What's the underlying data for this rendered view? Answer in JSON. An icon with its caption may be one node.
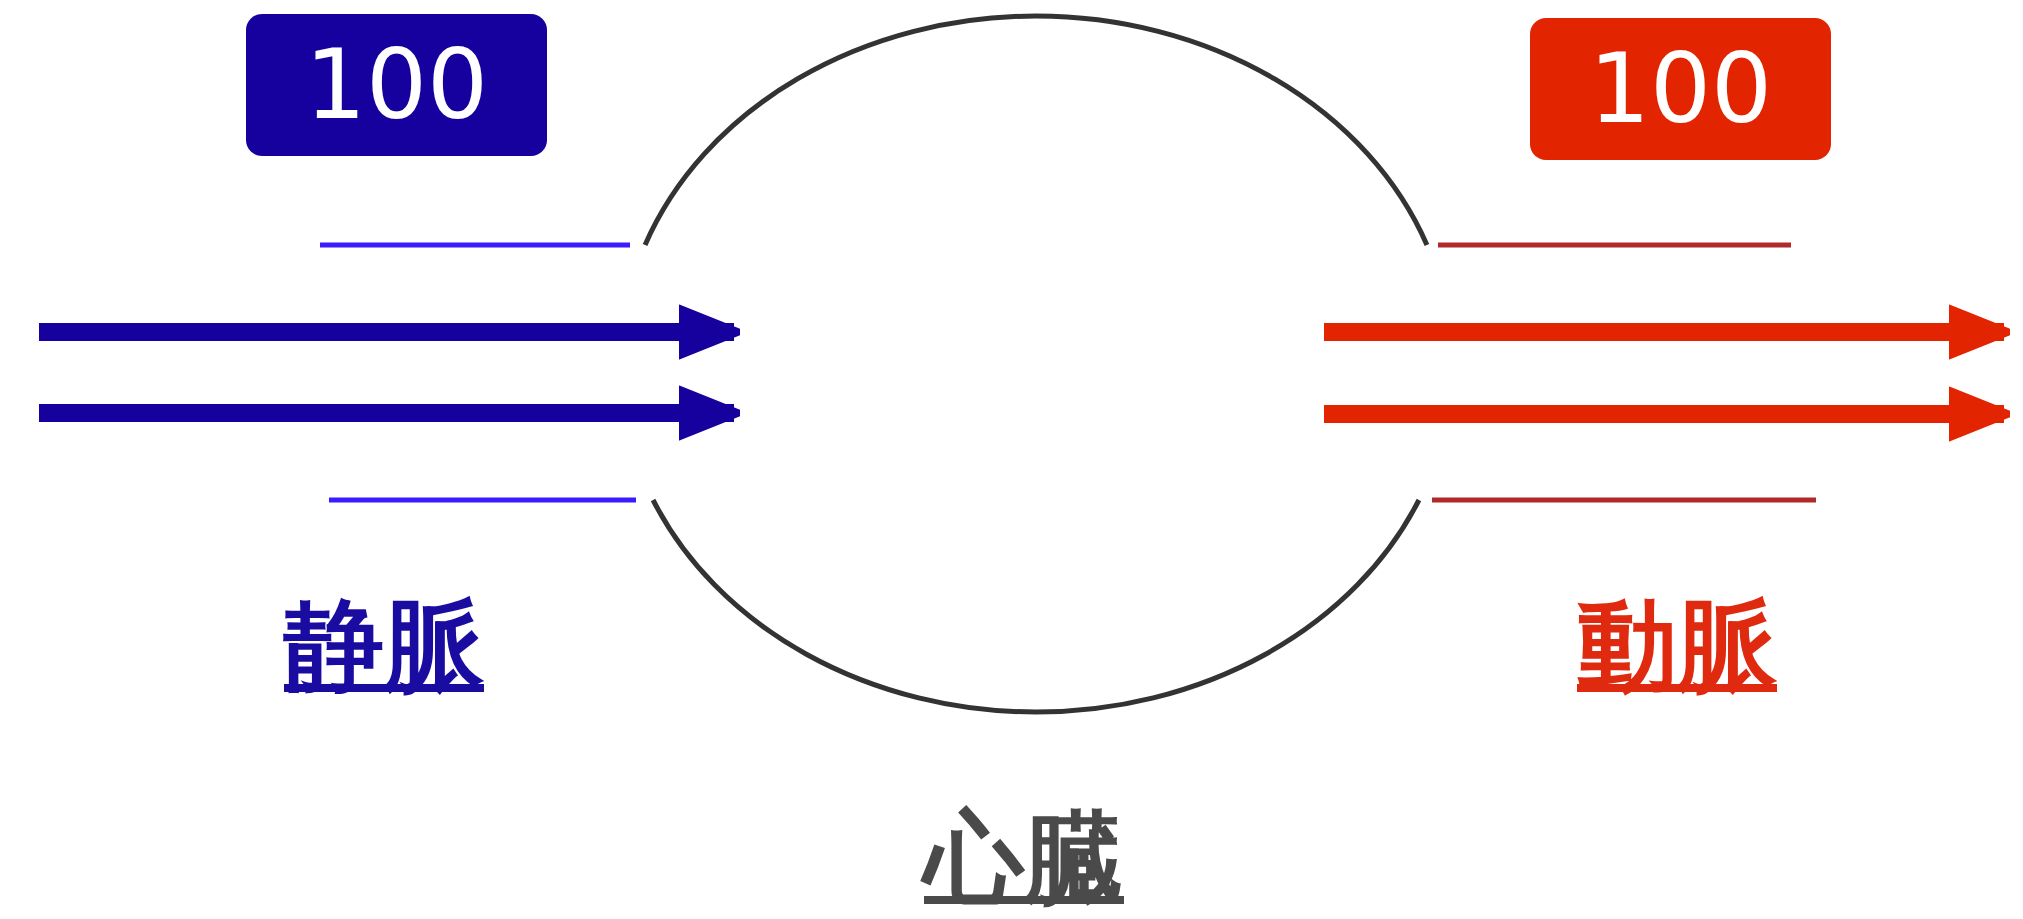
{
  "diagram": {
    "nodes": [
      {
        "text": [
          "100"
        ]
      },
      {
        "text": [
          "100"
        ]
      },
      {
        "text": [
          "静脈"
        ]
      },
      {
        "text": [
          "心臓"
        ]
      },
      {
        "text": [
          "動脈"
        ]
      }
    ],
    "edges": [
      {
        "from": null,
        "to": 3,
        "arrow": "to",
        "color": "#16009e"
      },
      {
        "from": null,
        "to": 3,
        "arrow": "to",
        "color": "#16009e"
      },
      {
        "from": 3,
        "to": null,
        "arrow": "to",
        "color": "#e32400"
      },
      {
        "from": 3,
        "to": null,
        "arrow": "to",
        "color": "#e32400"
      }
    ]
  }
}
